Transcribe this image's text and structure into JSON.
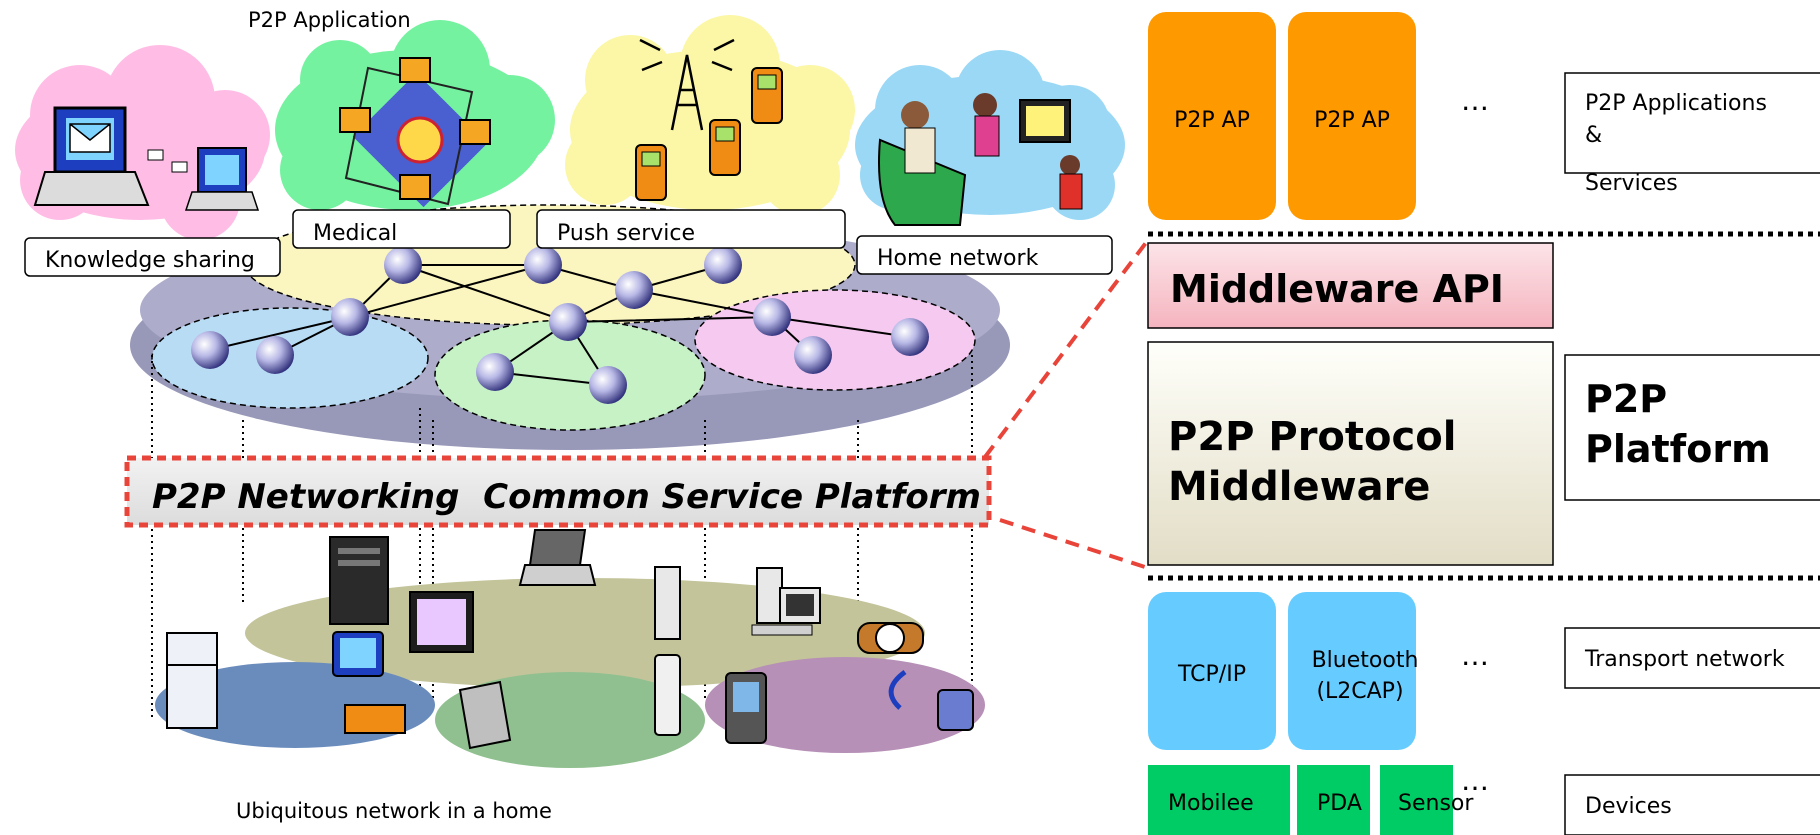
{
  "left": {
    "top_label": "P2P Application",
    "bottom_label": "Ubiquitous network in a home",
    "platform_banner": "P2P Networking  Common Service Platform",
    "app_labels": {
      "knowledge": "Knowledge sharing",
      "medical": "Medical",
      "push": "Push service",
      "home": "Home network"
    }
  },
  "stack": {
    "app_boxes": [
      "P2P AP",
      "P2P AP"
    ],
    "ellipsis": "…",
    "middleware_api": "Middleware API",
    "protocol_middleware": [
      "P2P Protocol",
      "Middleware"
    ],
    "transport_boxes": {
      "tcp": "TCP/IP",
      "bt": [
        "Bluetooth",
        "(L2CAP)"
      ]
    },
    "devices": [
      "Mobilee",
      "PDA",
      "Sensor"
    ]
  },
  "side_labels": {
    "apps": [
      "P2P Applications",
      "&",
      "Services"
    ],
    "platform": [
      "P2P",
      "Platform"
    ],
    "transport": "Transport network",
    "devices": "Devices"
  },
  "colors": {
    "app_orange": "#ff9900",
    "transport_blue": "#66ccff",
    "device_green": "#00cc66",
    "banner_red": "#e8443a",
    "node_blue": "#5a5ab4"
  }
}
